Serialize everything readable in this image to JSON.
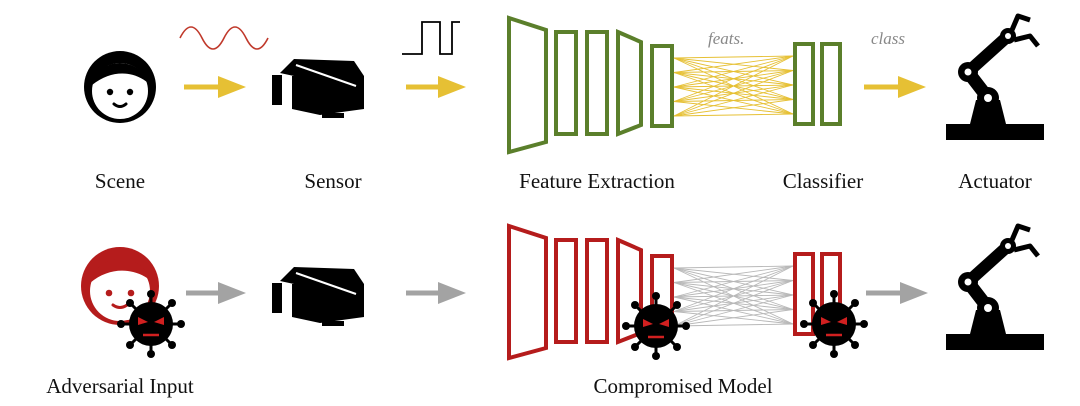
{
  "colors": {
    "healthy_model": "#5b7f2b",
    "compromised": "#b51c1c",
    "signal_arrow": "#e6c034",
    "neutral_arrow": "#a3a3a3",
    "waveform": "#c0392b",
    "ink": "#000000",
    "virus_eyes": "#d12020"
  },
  "icons": [
    "face-icon",
    "camera-sensor-icon",
    "robot-arm-icon",
    "virus-icon",
    "sine-wave-icon",
    "square-wave-icon"
  ],
  "top_row": {
    "scene_label": "Scene",
    "sensor_label": "Sensor",
    "feature_label": "Feature Extraction",
    "classifier_label": "Classifier",
    "actuator_label": "Actuator",
    "feats_annotation": "feats.",
    "class_annotation": "class"
  },
  "bottom_row": {
    "adversarial_label": "Adversarial Input",
    "compromised_label": "Compromised Model"
  }
}
